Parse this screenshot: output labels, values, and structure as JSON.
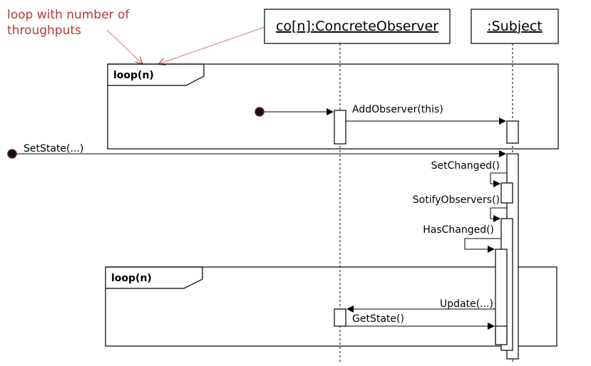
{
  "note": {
    "line1": "loop with number of",
    "line2": "throughputs"
  },
  "lifelines": {
    "observer": "co[n]:ConcreteObserver",
    "subject": ":Subject"
  },
  "frames": {
    "top_label": "loop(n)",
    "bottom_label": "loop(n)"
  },
  "messages": {
    "add_observer": "AddObserver(this)",
    "set_state": "SetState(...)",
    "set_changed": "SetChanged()",
    "notify_observers": "SotifyObservers()",
    "has_changed": "HasChanged()",
    "update": "Update(...)",
    "get_state": "GetState()"
  },
  "colors": {
    "note": "#b03a36",
    "start_dot": "#000000"
  }
}
